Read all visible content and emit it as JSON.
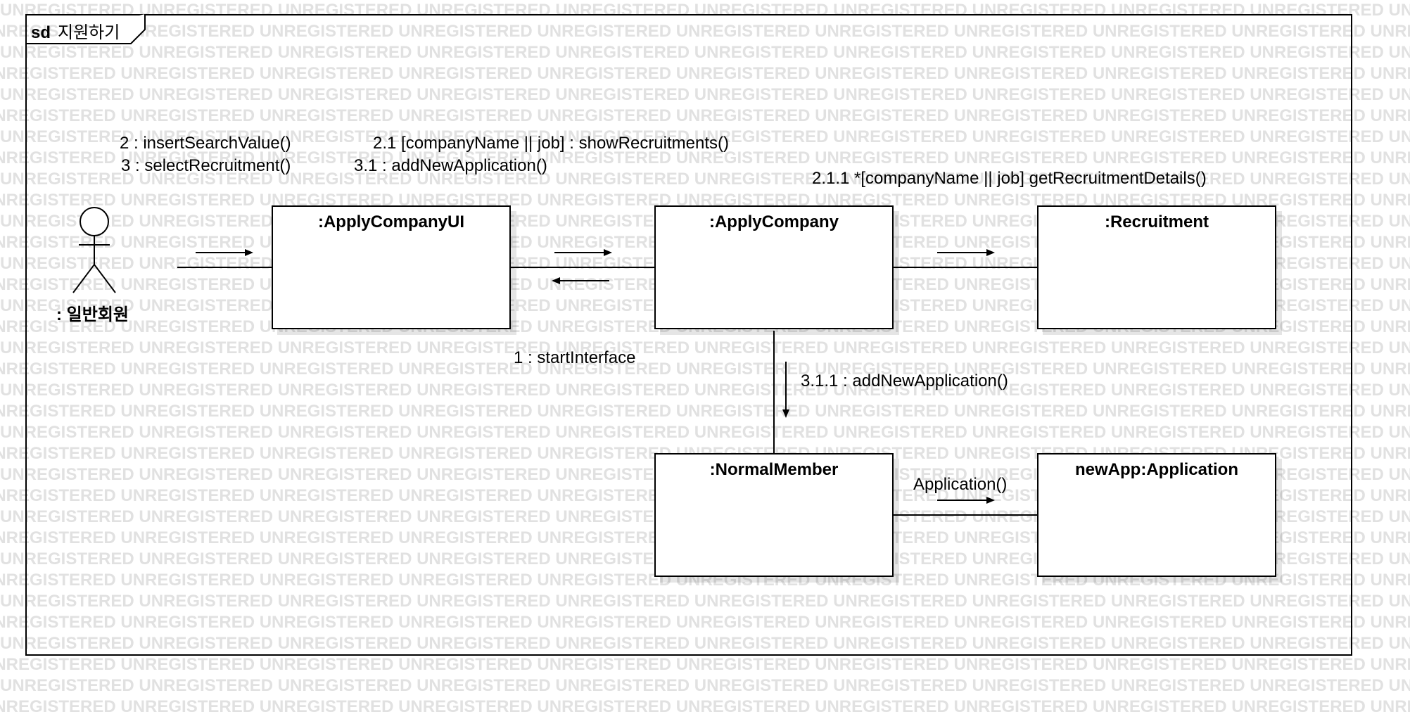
{
  "watermark_text": "UNREGISTERED",
  "frame": {
    "keyword": "sd",
    "title": "지원하기"
  },
  "actor": {
    "label": ": 일반회원",
    "icon": "stick-figure-actor-icon"
  },
  "lifelines": {
    "apply_company_ui": ":ApplyCompanyUI",
    "apply_company": ":ApplyCompany",
    "recruitment": ":Recruitment",
    "normal_member": ":NormalMember",
    "application": "newApp:Application"
  },
  "messages": {
    "m2": "2 : insertSearchValue()",
    "m3": "3 : selectRecruitment()",
    "m21": "2.1 [companyName || job] : showRecruitments()",
    "m31": "3.1 : addNewApplication()",
    "m211": "2.1.1 *[companyName || job] getRecruitmentDetails()",
    "m1": "1 : startInterface",
    "m311": "3.1.1 : addNewApplication()",
    "m_app": "Application()"
  }
}
